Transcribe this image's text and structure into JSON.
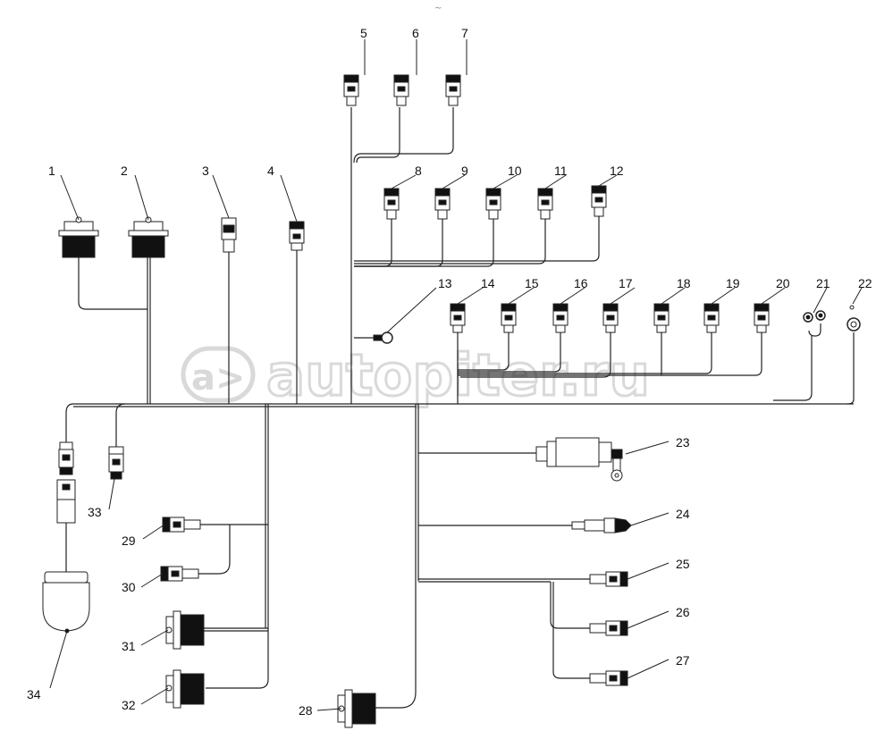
{
  "watermark": {
    "text": "autopiter.ru",
    "logo_glyph": "a>"
  },
  "top_mark": "~",
  "part_labels": [
    "1",
    "2",
    "3",
    "4",
    "5",
    "6",
    "7",
    "8",
    "9",
    "10",
    "11",
    "12",
    "13",
    "14",
    "15",
    "16",
    "17",
    "18",
    "19",
    "20",
    "21",
    "22",
    "23",
    "24",
    "25",
    "26",
    "27",
    "28",
    "29",
    "30",
    "31",
    "32",
    "33",
    "34"
  ],
  "colors": {
    "line": "#222222",
    "connector_fill": "#111111",
    "watermark": "#d9d9d9"
  }
}
